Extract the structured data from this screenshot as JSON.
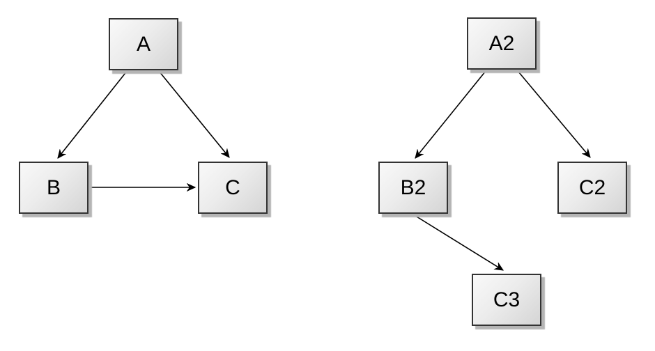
{
  "diagram": {
    "background_color": "#ffffff",
    "node_style": {
      "shape": "rectangle",
      "fill_top": "#f9f9f9",
      "fill_bottom": "#d5d5d5",
      "border_color": "#333333",
      "shadow_color": "#b5b5b5",
      "text_color": "#000000"
    },
    "edge_style": {
      "color": "#000000",
      "arrowhead": "filled-stealth"
    },
    "graphs": [
      {
        "name": "left-graph",
        "nodes": [
          {
            "id": "A",
            "label": "A"
          },
          {
            "id": "B",
            "label": "B"
          },
          {
            "id": "C",
            "label": "C"
          }
        ],
        "edges": [
          {
            "from": "A",
            "to": "B"
          },
          {
            "from": "A",
            "to": "C"
          },
          {
            "from": "B",
            "to": "C"
          }
        ]
      },
      {
        "name": "right-graph",
        "nodes": [
          {
            "id": "A2",
            "label": "A2"
          },
          {
            "id": "B2",
            "label": "B2"
          },
          {
            "id": "C2",
            "label": "C2"
          },
          {
            "id": "C3",
            "label": "C3"
          }
        ],
        "edges": [
          {
            "from": "A2",
            "to": "B2"
          },
          {
            "from": "A2",
            "to": "C2"
          },
          {
            "from": "B2",
            "to": "C3"
          }
        ]
      }
    ]
  }
}
